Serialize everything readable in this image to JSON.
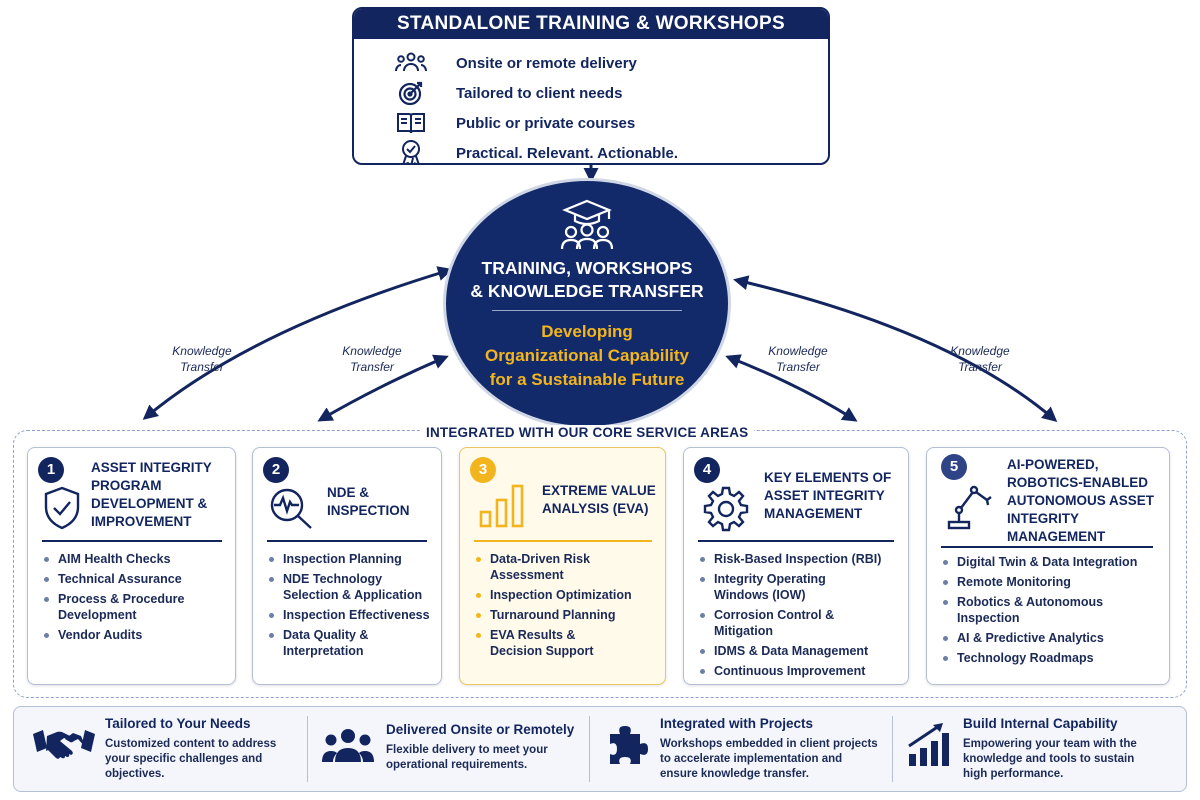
{
  "top": {
    "title": "STANDALONE TRAINING & WORKSHOPS",
    "items": [
      {
        "icon": "group-icon",
        "text": "Onsite or remote delivery"
      },
      {
        "icon": "target-icon",
        "text": "Tailored to client needs"
      },
      {
        "icon": "book-icon",
        "text": "Public or private courses"
      },
      {
        "icon": "award-icon",
        "text": "Practical. Relevant. Actionable."
      }
    ]
  },
  "hub": {
    "icon": "graduation-group-icon",
    "title_line1": "TRAINING, WORKSHOPS",
    "title_line2": "& KNOWLEDGE TRANSFER",
    "subtitle_line1": "Developing",
    "subtitle_line2": "Organizational Capability",
    "subtitle_line3": "for a Sustainable Future"
  },
  "arrows": {
    "label_line1": "Knowledge",
    "label_line2": "Transfer"
  },
  "integrated": {
    "title": "INTEGRATED WITH OUR CORE SERVICE AREAS"
  },
  "cards": [
    {
      "number": "1",
      "icon": "shield-check-icon",
      "title": [
        "ASSET INTEGRITY",
        "PROGRAM",
        "DEVELOPMENT &",
        "IMPROVEMENT"
      ],
      "items": [
        [
          "AIM Health Checks"
        ],
        [
          "Technical Assurance"
        ],
        [
          "Process & Procedure",
          "Development"
        ],
        [
          "Vendor Audits"
        ]
      ]
    },
    {
      "number": "2",
      "icon": "magnifier-pulse-icon",
      "title": [
        "NDE &",
        "INSPECTION"
      ],
      "items": [
        [
          "Inspection Planning"
        ],
        [
          "NDE Technology",
          "Selection & Application"
        ],
        [
          "Inspection Effectiveness"
        ],
        [
          "Data Quality &",
          "Interpretation"
        ]
      ]
    },
    {
      "number": "3",
      "icon": "bar-chart-icon",
      "title": [
        "EXTREME VALUE",
        "ANALYSIS (EVA)"
      ],
      "items": [
        [
          "Data-Driven Risk",
          "Assessment"
        ],
        [
          "Inspection Optimization"
        ],
        [
          "Turnaround Planning"
        ],
        [
          "EVA Results &",
          "Decision Support"
        ]
      ]
    },
    {
      "number": "4",
      "icon": "gear-icon",
      "title": [
        "KEY ELEMENTS OF",
        "ASSET INTEGRITY",
        "MANAGEMENT"
      ],
      "items": [
        [
          "Risk-Based Inspection (RBI)"
        ],
        [
          "Integrity Operating",
          "Windows (IOW)"
        ],
        [
          "Corrosion Control &",
          "Mitigation"
        ],
        [
          "IDMS & Data Management"
        ],
        [
          "Continuous Improvement"
        ]
      ]
    },
    {
      "number": "5",
      "icon": "robot-arm-icon",
      "title": [
        "AI-POWERED,",
        "ROBOTICS-ENABLED",
        "AUTONOMOUS ASSET",
        "INTEGRITY",
        "MANAGEMENT"
      ],
      "items": [
        [
          "Digital Twin & Data Integration"
        ],
        [
          "Remote Monitoring"
        ],
        [
          "Robotics & Autonomous",
          "Inspection"
        ],
        [
          "AI & Predictive Analytics"
        ],
        [
          "Technology Roadmaps"
        ]
      ]
    }
  ],
  "features": [
    {
      "icon": "handshake-icon",
      "title": "Tailored to Your Needs",
      "desc": [
        "Customized content to address",
        "your specific challenges and",
        "objectives."
      ]
    },
    {
      "icon": "team-icon",
      "title": "Delivered Onsite or Remotely",
      "desc": [
        "Flexible delivery to meet your",
        "operational requirements."
      ]
    },
    {
      "icon": "puzzle-icon",
      "title": "Integrated with Projects",
      "desc": [
        "Workshops embedded in client projects",
        "to accelerate implementation and",
        "ensure knowledge transfer."
      ]
    },
    {
      "icon": "growth-chart-icon",
      "title": "Build Internal Capability",
      "desc": [
        "Empowering your team with the",
        "knowledge and tools to sustain",
        "high performance."
      ]
    }
  ],
  "colors": {
    "navy": "#12255e",
    "gold": "#f2b51d"
  }
}
